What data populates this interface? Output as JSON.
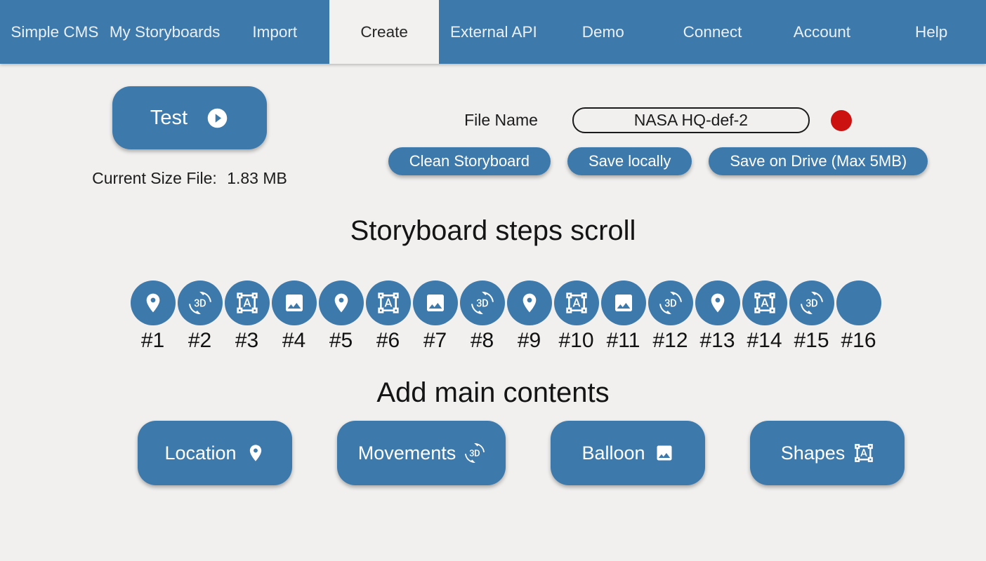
{
  "colors": {
    "accent_blue": "#3d79ab",
    "record_red": "#cc1111",
    "background": "#f1f0ef"
  },
  "nav": {
    "items": [
      {
        "label": "Simple CMS",
        "active": false
      },
      {
        "label": "My Storyboards",
        "active": false
      },
      {
        "label": "Import",
        "active": false
      },
      {
        "label": "Create",
        "active": true
      },
      {
        "label": "External API",
        "active": false
      },
      {
        "label": "Demo",
        "active": false
      },
      {
        "label": "Connect",
        "active": false
      },
      {
        "label": "Account",
        "active": false
      },
      {
        "label": "Help",
        "active": false
      }
    ]
  },
  "test": {
    "label": "Test",
    "icon": "play-circle"
  },
  "file_info": {
    "label": "Current Size File:",
    "value": "1.83 MB"
  },
  "file_name": {
    "label": "File Name",
    "value": "NASA HQ-def-2"
  },
  "record_indicator": {
    "name": "recording-dot",
    "color": "#cc1111"
  },
  "actions": [
    {
      "label": "Clean Storyboard"
    },
    {
      "label": "Save locally"
    },
    {
      "label": "Save on Drive (Max 5MB)"
    }
  ],
  "steps": {
    "heading": "Storyboard steps scroll",
    "items": [
      {
        "label": "#1",
        "icon": "location-pin"
      },
      {
        "label": "#2",
        "icon": "3d-rotation"
      },
      {
        "label": "#3",
        "icon": "format-shapes"
      },
      {
        "label": "#4",
        "icon": "image"
      },
      {
        "label": "#5",
        "icon": "location-pin"
      },
      {
        "label": "#6",
        "icon": "format-shapes"
      },
      {
        "label": "#7",
        "icon": "image"
      },
      {
        "label": "#8",
        "icon": "3d-rotation"
      },
      {
        "label": "#9",
        "icon": "location-pin"
      },
      {
        "label": "#10",
        "icon": "format-shapes"
      },
      {
        "label": "#11",
        "icon": "image"
      },
      {
        "label": "#12",
        "icon": "3d-rotation"
      },
      {
        "label": "#13",
        "icon": "location-pin"
      },
      {
        "label": "#14",
        "icon": "format-shapes"
      },
      {
        "label": "#15",
        "icon": "3d-rotation"
      },
      {
        "label": "#16",
        "icon": ""
      }
    ]
  },
  "contents": {
    "heading": "Add main contents",
    "buttons": [
      {
        "label": "Location",
        "icon": "location-pin"
      },
      {
        "label": "Movements",
        "icon": "3d-rotation"
      },
      {
        "label": "Balloon",
        "icon": "image"
      },
      {
        "label": "Shapes",
        "icon": "format-shapes"
      }
    ]
  }
}
